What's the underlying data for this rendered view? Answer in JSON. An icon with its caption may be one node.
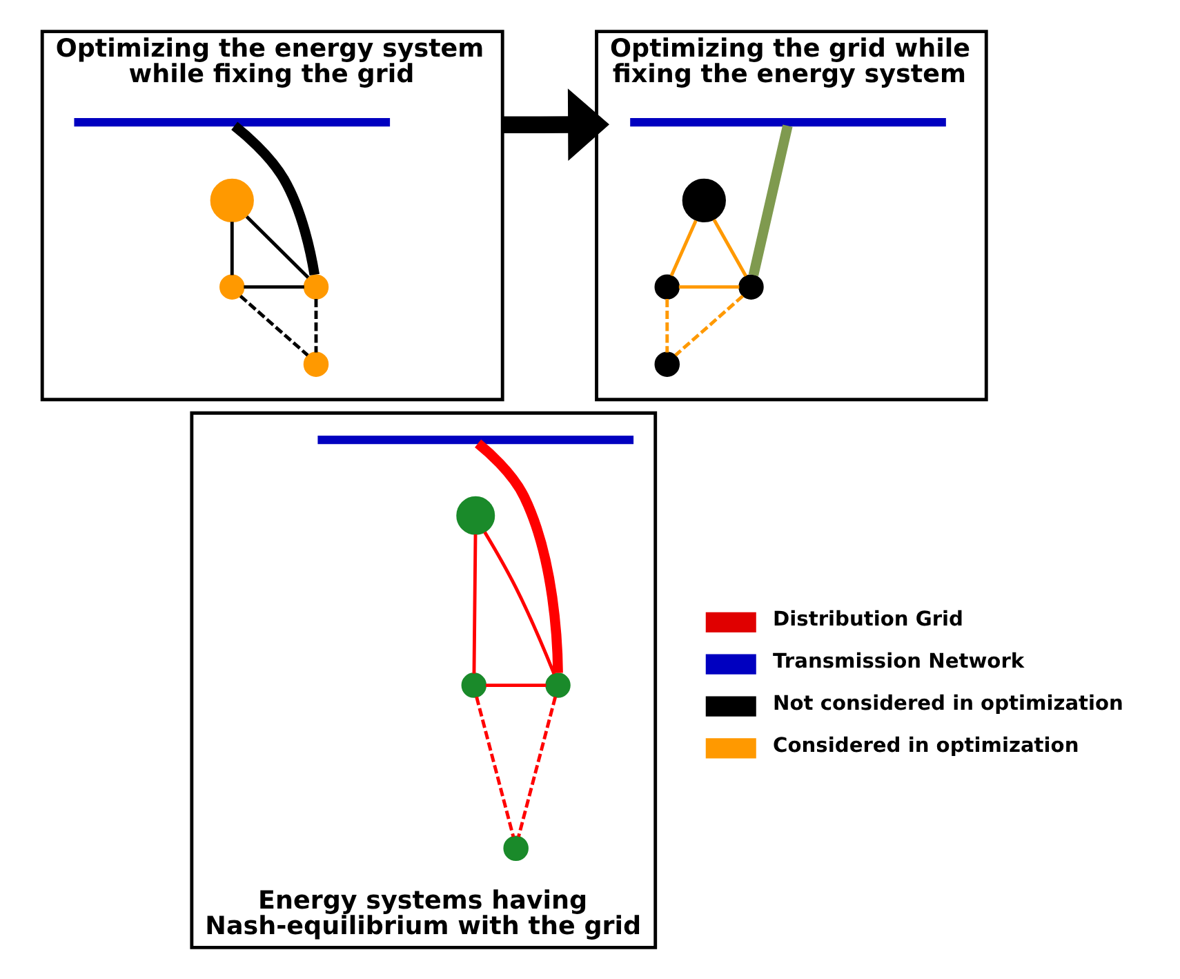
{
  "diagram": {
    "nodes": [
      {
        "text": [
          "Optimizing the energy system while fixing the grid"
        ]
      },
      {
        "text": [],
        "shape": "bar",
        "in": 0
      },
      {
        "text": [],
        "shape": "circle",
        "in": 0
      },
      {
        "text": [],
        "shape": "circle",
        "in": 0
      },
      {
        "text": [],
        "shape": "circle",
        "in": 0
      },
      {
        "text": [],
        "shape": "circle",
        "in": 0
      },
      {
        "text": [
          "Optimizing the grid while fixing the energy system"
        ]
      },
      {
        "text": [],
        "shape": "bar",
        "in": 6
      },
      {
        "text": [],
        "shape": "circle",
        "in": 6
      },
      {
        "text": [],
        "shape": "circle",
        "in": 6
      },
      {
        "text": [],
        "shape": "circle",
        "in": 6
      },
      {
        "text": [],
        "shape": "circle",
        "in": 6
      },
      {
        "text": [
          "Energy systems having Nash-equilibrium with the grid"
        ]
      },
      {
        "text": [],
        "shape": "bar",
        "in": 12
      },
      {
        "text": [],
        "shape": "circle",
        "in": 12
      },
      {
        "text": [],
        "shape": "circle",
        "in": 12
      },
      {
        "text": [],
        "shape": "circle",
        "in": 12
      },
      {
        "text": [],
        "shape": "circle",
        "in": 12
      }
    ],
    "edges": [
      {
        "from": 1,
        "to": 3,
        "arrow": "none",
        "style": "thick",
        "color": "#000000"
      },
      {
        "from": 2,
        "to": 3,
        "arrow": "none",
        "color": "#000000"
      },
      {
        "from": 2,
        "to": 4,
        "arrow": "none",
        "color": "#000000"
      },
      {
        "from": 4,
        "to": 3,
        "arrow": "none",
        "color": "#000000"
      },
      {
        "from": 3,
        "to": 5,
        "arrow": "none",
        "style": "dashed",
        "color": "#000000"
      },
      {
        "from": 4,
        "to": 5,
        "arrow": "none",
        "style": "dashed",
        "color": "#000000"
      },
      {
        "from": 0,
        "to": 6,
        "arrow": "to",
        "style": "thick",
        "color": "#000000"
      },
      {
        "from": 7,
        "to": 9,
        "arrow": "none",
        "style": "thick",
        "color": "#7f9a4f"
      },
      {
        "from": 8,
        "to": 9,
        "arrow": "none",
        "color": "#ff9900"
      },
      {
        "from": 8,
        "to": 10,
        "arrow": "none",
        "color": "#ff9900"
      },
      {
        "from": 10,
        "to": 9,
        "arrow": "none",
        "color": "#ff9900"
      },
      {
        "from": 9,
        "to": 11,
        "arrow": "none",
        "style": "dashed",
        "color": "#ff9900"
      },
      {
        "from": 10,
        "to": 11,
        "arrow": "none",
        "style": "dashed",
        "color": "#ff9900"
      },
      {
        "from": 13,
        "to": 15,
        "arrow": "none",
        "style": "thick",
        "color": "#ff0000"
      },
      {
        "from": 14,
        "to": 15,
        "arrow": "none",
        "color": "#ff0000"
      },
      {
        "from": 14,
        "to": 16,
        "arrow": "none",
        "color": "#ff0000"
      },
      {
        "from": 16,
        "to": 15,
        "arrow": "none",
        "color": "#ff0000"
      },
      {
        "from": 15,
        "to": 17,
        "arrow": "none",
        "style": "dashed",
        "color": "#ff0000"
      },
      {
        "from": 16,
        "to": 17,
        "arrow": "none",
        "style": "dashed",
        "color": "#ff0000"
      }
    ],
    "legend": [
      {
        "text": "Distribution Grid",
        "color": "#e00000"
      },
      {
        "text": "Transmission Network",
        "color": "#0000c0"
      },
      {
        "text": "Not considered in optimization"
      },
      {
        "text": "Considered in optimization"
      }
    ]
  }
}
